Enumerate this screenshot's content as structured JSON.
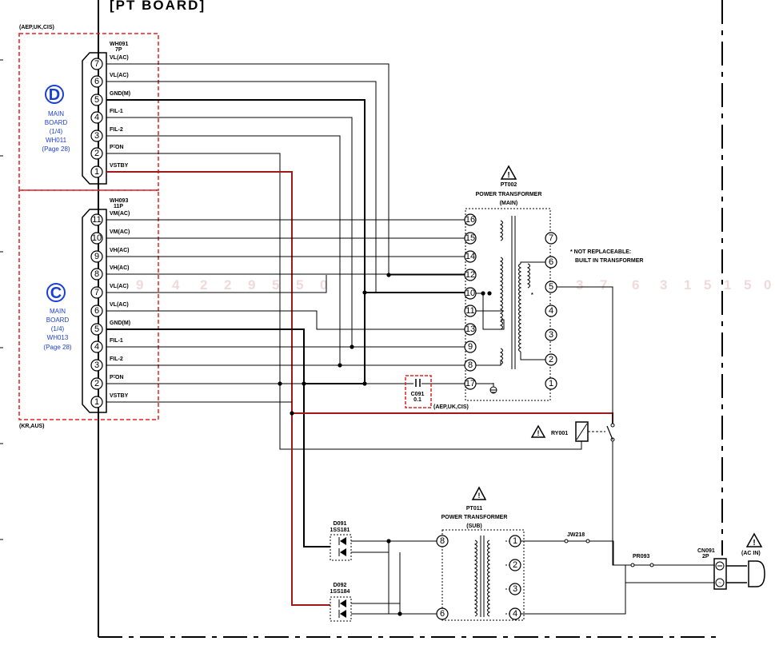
{
  "title": "[PT BOARD]",
  "region_top": "(AEP,UK,CIS)",
  "region_bottom": "(KR,AUS)",
  "board_d": {
    "badge": "D",
    "name": [
      "MAIN",
      "BOARD",
      "(1/4)",
      "WH011",
      "(Page 28)"
    ]
  },
  "board_c": {
    "badge": "C",
    "name": [
      "MAIN",
      "BOARD",
      "(1/4)",
      "WH013",
      "(Page 28)"
    ]
  },
  "wh091": {
    "name": "WH091",
    "pins_label": "7P",
    "pins": [
      {
        "num": "7",
        "signal": "VL(AC)"
      },
      {
        "num": "6",
        "signal": "VL(AC)"
      },
      {
        "num": "5",
        "signal": "GND(M)"
      },
      {
        "num": "4",
        "signal": "FIL-1"
      },
      {
        "num": "3",
        "signal": "FIL-2"
      },
      {
        "num": "2",
        "signal": "P-ON"
      },
      {
        "num": "1",
        "signal": "VSTBY"
      }
    ]
  },
  "wh093": {
    "name": "WH093",
    "pins_label": "11P",
    "pins": [
      {
        "num": "11",
        "signal": "VM(AC)"
      },
      {
        "num": "10",
        "signal": "VM(AC)"
      },
      {
        "num": "9",
        "signal": "VH(AC)"
      },
      {
        "num": "8",
        "signal": "VH(AC)"
      },
      {
        "num": "7",
        "signal": "VL(AC)"
      },
      {
        "num": "6",
        "signal": "VL(AC)"
      },
      {
        "num": "5",
        "signal": "GND(M)"
      },
      {
        "num": "4",
        "signal": "FIL-1"
      },
      {
        "num": "3",
        "signal": "FIL-2"
      },
      {
        "num": "2",
        "signal": "P-ON"
      },
      {
        "num": "1",
        "signal": "VSTBY"
      }
    ]
  },
  "pt002": {
    "ref": "PT002",
    "name": "POWER TRANSFORMER",
    "sub": "(MAIN)",
    "primary_pins": [
      "16",
      "15",
      "14",
      "12",
      "10",
      "11",
      "13",
      "9",
      "8",
      "17"
    ],
    "secondary_pins": [
      "7",
      "6",
      "5",
      "4",
      "3",
      "2",
      "1"
    ],
    "note_line1": "* NOT REPLACEABLE:",
    "note_line2": "BUILT IN TRANSFORMER",
    "asterisk": "*"
  },
  "c091": {
    "ref": "C091",
    "value": "0.1",
    "region": "(AEP,UK,CIS)"
  },
  "ry001": {
    "ref": "RY001"
  },
  "pt011": {
    "ref": "PT011",
    "name": "POWER TRANSFORMER",
    "sub": "(SUB)",
    "left_pins": [
      "8",
      "6"
    ],
    "right_pins": [
      "1",
      "2",
      "3",
      "4"
    ]
  },
  "d091": {
    "ref": "D091",
    "part": "1SS181"
  },
  "d092": {
    "ref": "D092",
    "part": "1SS184"
  },
  "jw218": "JW218",
  "pr093": "PR093",
  "cn091": {
    "ref": "CN091",
    "pins_label": "2P",
    "label": "(AC IN)"
  },
  "watermark_digits": [
    "9",
    "4",
    "2",
    "2",
    "9",
    "5",
    "5",
    "0",
    "3",
    "7",
    "6",
    "3",
    "1",
    "5",
    "1",
    "5",
    "0"
  ],
  "colors": {
    "line": "#000000",
    "red": "#a01818",
    "dash_red": "#e02020",
    "blue": "#1a3fd6"
  }
}
